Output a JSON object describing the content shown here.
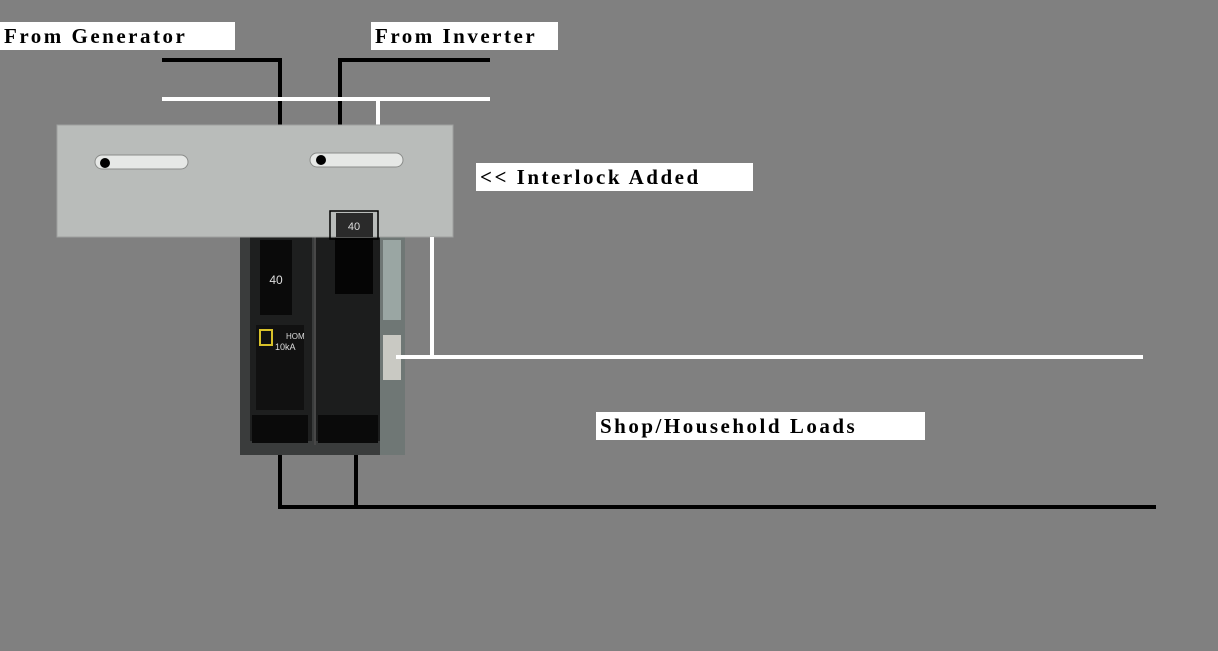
{
  "labels": {
    "generator": "From Generator",
    "inverter": "From Inverter",
    "interlock": "<< Interlock Added",
    "loads": "Shop/Household Loads"
  },
  "breakers": {
    "left_rating": "40",
    "right_rating": "40",
    "type": "HOM",
    "interrupt_rating": "10kA"
  },
  "colors": {
    "background": "#808080",
    "hot_wire": "#000000",
    "neutral_wire": "#ffffff",
    "plate": "#b9bcba"
  }
}
